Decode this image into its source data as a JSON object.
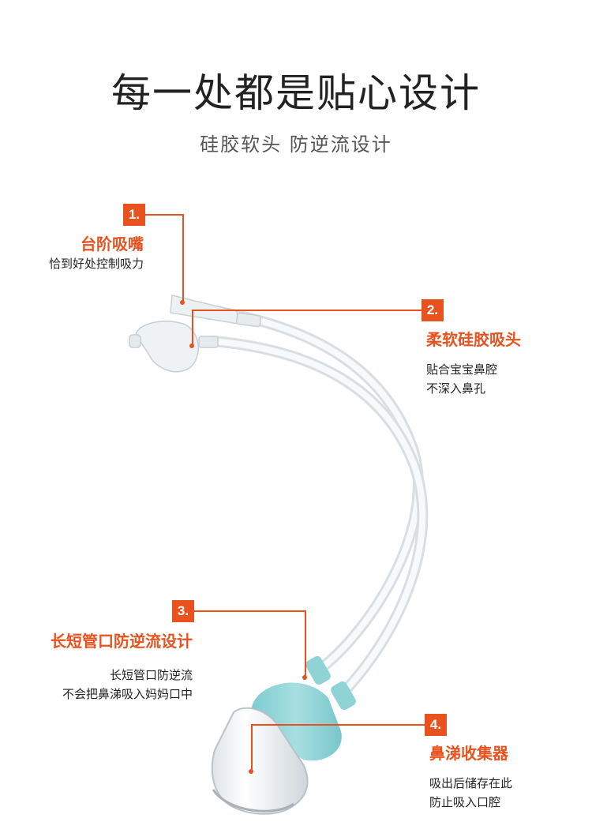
{
  "header": {
    "title": "每一处都是贴心设计",
    "subtitle": "硅胶软头 防逆流设计"
  },
  "features": [
    {
      "number": "1.",
      "title": "台阶吸嘴",
      "desc_lines": [
        "恰到好处控制吸力"
      ]
    },
    {
      "number": "2.",
      "title": "柔软硅胶吸头",
      "desc_lines": [
        "贴合宝宝鼻腔",
        "不深入鼻孔"
      ]
    },
    {
      "number": "3.",
      "title": "长短管口防逆流设计",
      "desc_lines": [
        "长短管口防逆流",
        "不会把鼻涕吸入妈妈口中"
      ]
    },
    {
      "number": "4.",
      "title": "鼻涕收集器",
      "desc_lines": [
        "吸出后储存在此",
        "防止吸入口腔"
      ]
    }
  ],
  "colors": {
    "accent": "#e8521f",
    "silicone": "#8fd3d6",
    "tube": "#e3e7ea"
  }
}
